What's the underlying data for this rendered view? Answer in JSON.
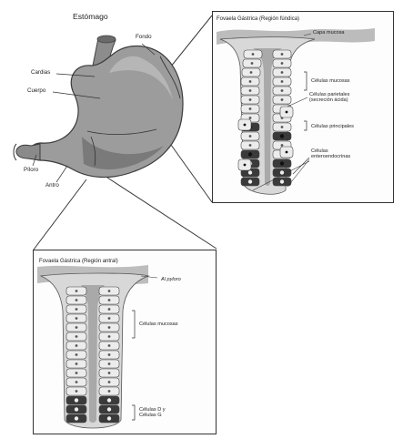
{
  "stomach": {
    "title": "Estómago",
    "labels": {
      "fondo": "Fondo",
      "cardias": "Cardias",
      "cuerpo": "Cuerpo",
      "piloro": "Píloro",
      "antro": "Antro"
    }
  },
  "fundic_panel": {
    "title": "Fovaela Gástrica (Región fúndica)",
    "labels": {
      "capa_mucosa": "Capa mucosa",
      "celulas_mucosas": "Células mucosas",
      "celulas_parietales": "Células parietales\n(secreción ácida)",
      "celulas_principales": "Células principales",
      "celulas_enteroendocrinas": "Células\nenteroendocrinas"
    }
  },
  "antral_panel": {
    "title": "Fovaela Gástrica (Región antral)",
    "labels": {
      "al_pyloro": "Al pyloro",
      "celulas_mucosas": "Células mucosas",
      "celulas_d_g": "Células D y\nCélulas G"
    }
  },
  "colors": {
    "stomach_fill": "#9a9a9a",
    "stomach_dark": "#5a5a5a",
    "mucus": "#b9b9b9",
    "cell_fill": "#ececec",
    "cell_dark": "#3a3a3a",
    "line": "#333333"
  }
}
